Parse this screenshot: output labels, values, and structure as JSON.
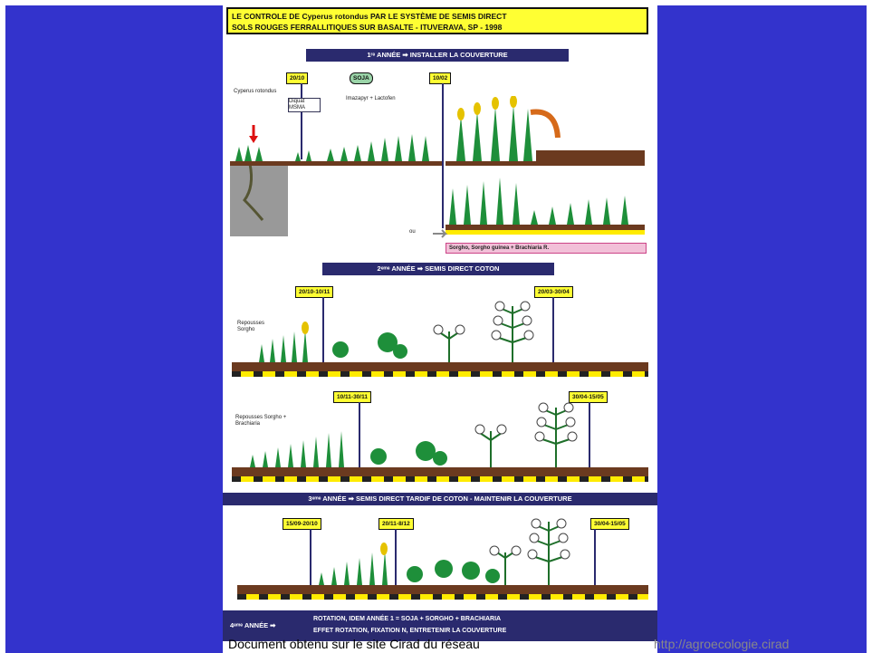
{
  "colors": {
    "frame_blue": "#3333cc",
    "label_yellow": "#ffff33",
    "band_navy": "#2a2a6e",
    "soil_brown": "#6b3a1f",
    "plant_green": "#1e8f3a"
  },
  "title": {
    "line1": "LE CONTROLE DE Cyperus rotondus PAR LE SYSTÈME DE SEMIS DIRECT",
    "line2": "SOLS ROUGES FERRALLITIQUES SUR BASALTE - ITUVERAVA, SP - 1998"
  },
  "year1": {
    "band": "1ʳᵉ ANNÉE ➡ INSTALLER LA COUVERTURE",
    "date1": "20/10",
    "chip": "SOJA",
    "date2": "10/02",
    "cyperus_label": "Cyperus rotondus",
    "herbicide1": "Diquat MSMA",
    "herbicide2": "Imazapyr + Lactofen",
    "ou": "ou",
    "pink_label": "Sorgho, Sorgho guinea + Brachiaria R."
  },
  "year2": {
    "band": "2ᵉᵐᵉ ANNÉE ➡ SEMIS DIRECT COTON",
    "row1": {
      "label": "Repousses Sorgho",
      "date1": "20/10-10/11",
      "date2": "20/03-30/04"
    },
    "row2": {
      "label": "Repousses Sorgho + Brachiaria",
      "date1": "10/11-30/11",
      "date2": "30/04-15/05"
    }
  },
  "year3": {
    "band": "3ᵉᵐᵉ ANNÉE ➡ SEMIS DIRECT TARDIF DE COTON - MAINTENIR LA COUVERTURE",
    "date1": "15/09-20/10",
    "date2": "20/11-8/12",
    "date3": "30/04-15/05"
  },
  "year4": {
    "band_left": "4ᵉᵐᵉ ANNÉE ➡",
    "line1": "ROTATION, IDEM ANNÉE 1 = SOJA + SORGHO + BRACHIARIA",
    "line2": "EFFET ROTATION, FIXATION N, ENTRETENIR LA COUVERTURE"
  },
  "footer": {
    "text": "Document obtenu sur le site Cirad du réseau",
    "url": "http://agroecologie.cirad"
  }
}
